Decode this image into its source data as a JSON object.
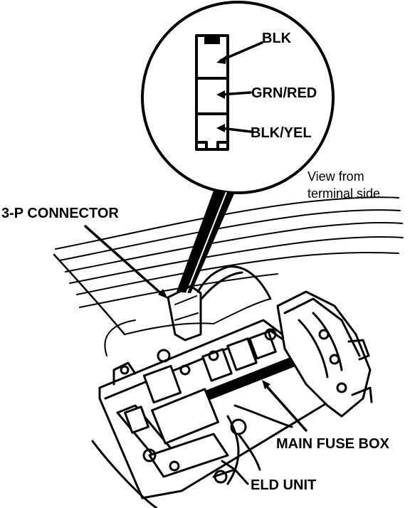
{
  "labels": {
    "wire_1": "BLK",
    "wire_2": "GRN/RED",
    "wire_3": "BLK/YEL",
    "view_line1": "View from",
    "view_line2": "terminal side",
    "connector": "3-P CONNECTOR",
    "fuse_box": "MAIN FUSE BOX",
    "eld_unit": "ELD UNIT"
  },
  "colors": {
    "ink": "#000000",
    "paper": "#ffffff"
  }
}
